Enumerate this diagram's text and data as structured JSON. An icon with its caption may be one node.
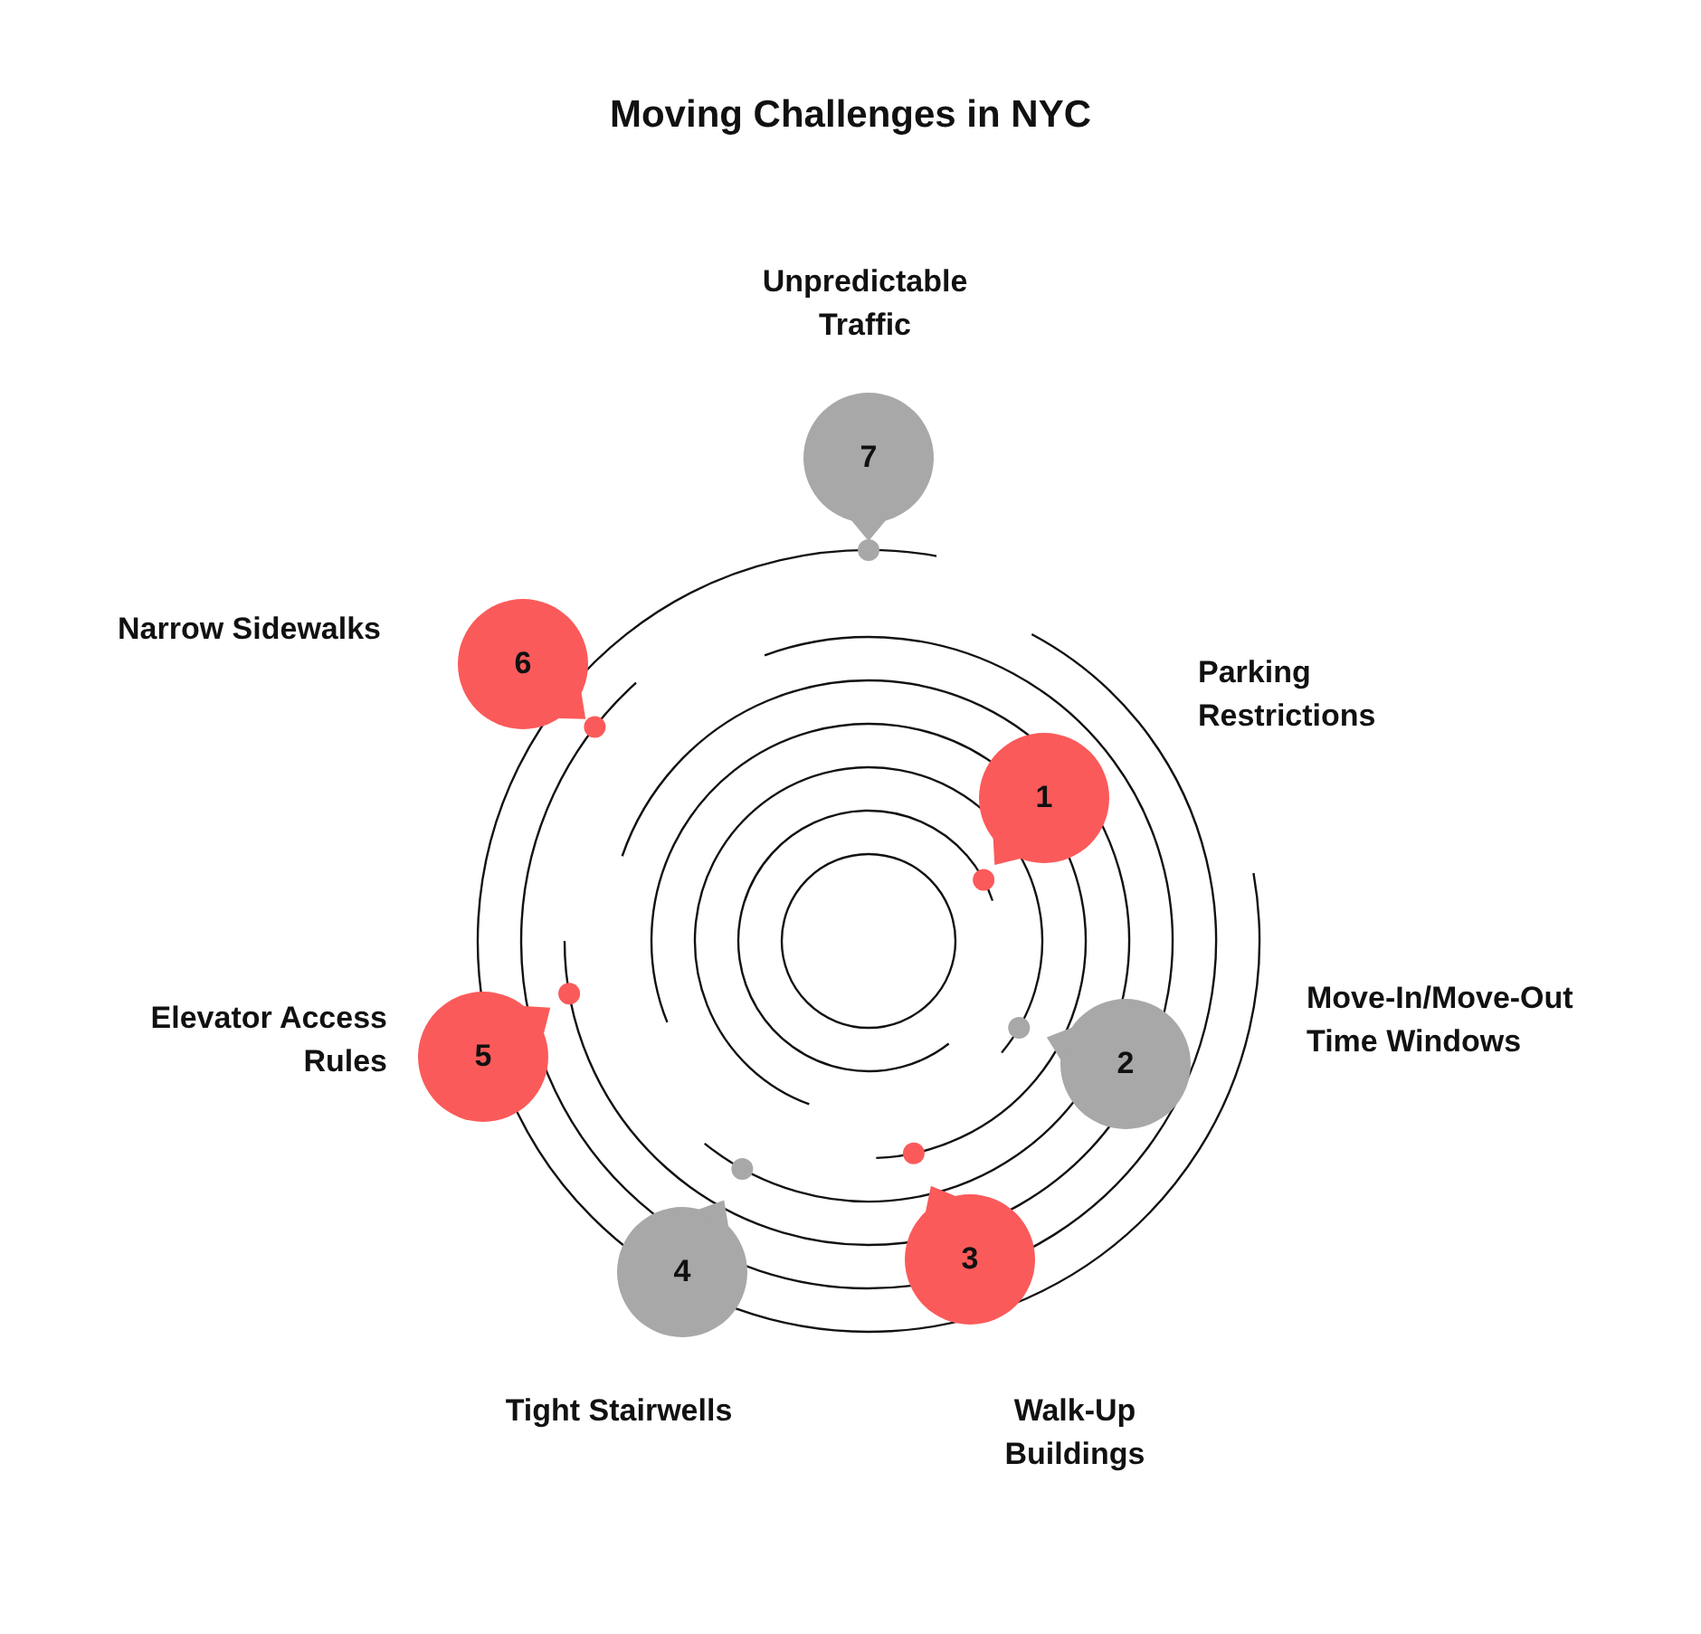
{
  "diagram": {
    "title": "Moving Challenges in NYC",
    "nodes": [
      {
        "text": [
          "1"
        ],
        "beside": [
          "Parking Restrictions"
        ]
      },
      {
        "text": [
          "2"
        ],
        "beside": [
          "Move-In/Move-Out Time Windows"
        ]
      },
      {
        "text": [
          "3"
        ],
        "beside": [
          "Walk-Up Buildings"
        ]
      },
      {
        "text": [
          "4"
        ],
        "beside": [
          "Tight Stairwells"
        ]
      },
      {
        "text": [
          "5"
        ],
        "beside": [
          "Elevator Access Rules"
        ]
      },
      {
        "text": [
          "6"
        ],
        "beside": [
          "Narrow Sidewalks"
        ]
      },
      {
        "text": [
          "7"
        ],
        "beside": [
          "Unpredictable Traffic"
        ]
      }
    ]
  }
}
